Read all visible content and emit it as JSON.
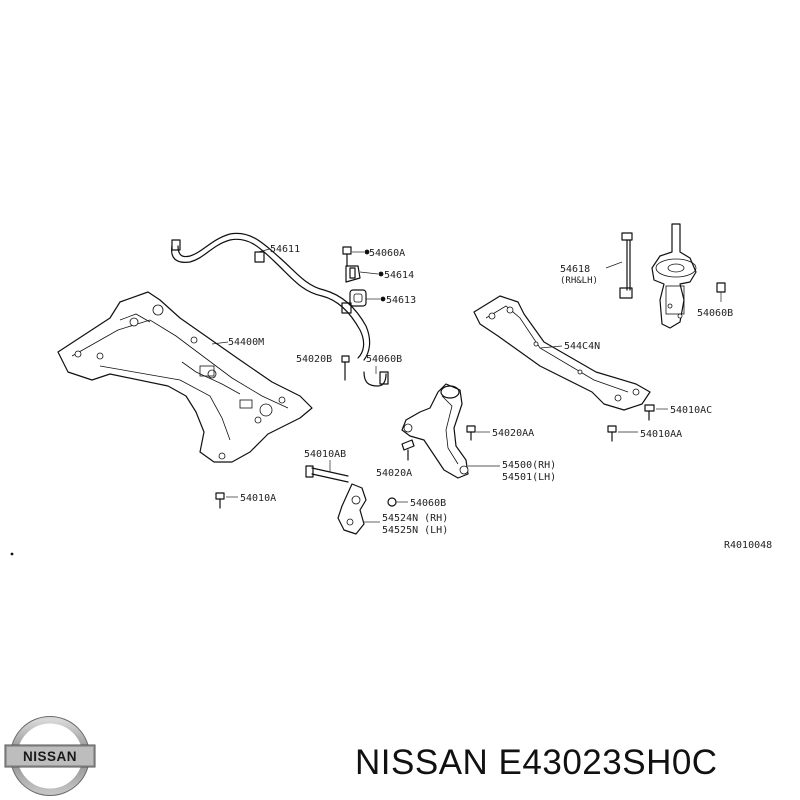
{
  "diagram": {
    "code": "R4010048",
    "labels": {
      "l54611": "54611",
      "l54060A_top": "54060A",
      "l54614": "54614",
      "l54613": "54613",
      "l54400M": "54400M",
      "l54020B": "54020B",
      "l54060B_mid": "54060B",
      "l54618": "54618",
      "l54618_note": "(RH&LH)",
      "l54060B_strut": "54060B",
      "l544C4N": "544C4N",
      "l54010AC": "54010AC",
      "l54010AA_r": "54010AA",
      "l54020AA": "54020AA",
      "l54010AB": "54010AB",
      "l54020A": "54020A",
      "l54500": "54500(RH)",
      "l54501": "54501(LH)",
      "l54060B_low": "54060B",
      "l54524N": "54524N (RH)",
      "l54525N": "54525N (LH)",
      "l54010A": "54010A"
    }
  },
  "logo": {
    "text": "NISSAN"
  },
  "caption": {
    "brand": "NISSAN",
    "part_number": "E43023SH0C"
  }
}
